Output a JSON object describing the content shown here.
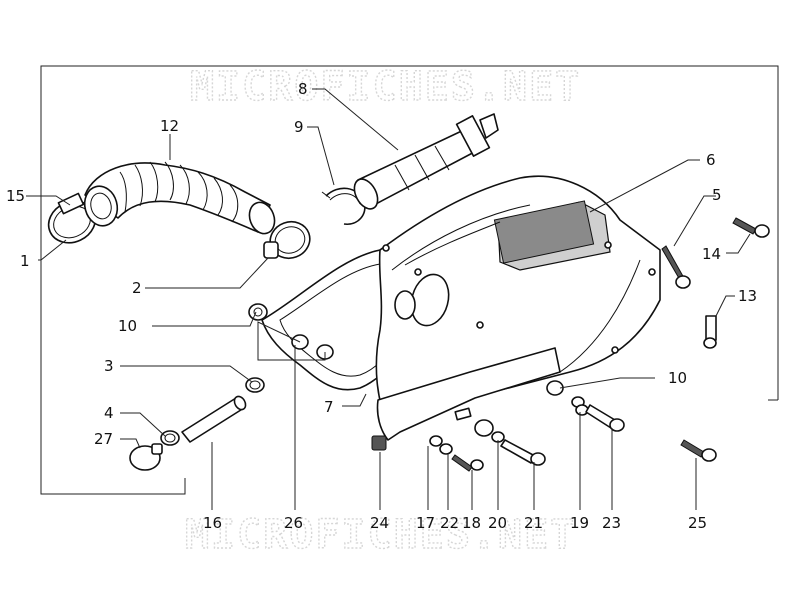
{
  "watermark": {
    "top": "MICROFICHES.NET",
    "bottom": "MICROFICHES.NET"
  },
  "callouts": {
    "c1": "1",
    "c2": "2",
    "c3": "3",
    "c4": "4",
    "c5": "5",
    "c6": "6",
    "c7": "7",
    "c8": "8",
    "c9": "9",
    "c10a": "10",
    "c10b": "10",
    "c12": "12",
    "c13": "13",
    "c14": "14",
    "c15": "15",
    "c16": "16",
    "c17": "17",
    "c18": "18",
    "c19": "19",
    "c20": "20",
    "c21": "21",
    "c22": "22",
    "c23": "23",
    "c24": "24",
    "c25": "25",
    "c26": "26",
    "c27": "27"
  }
}
